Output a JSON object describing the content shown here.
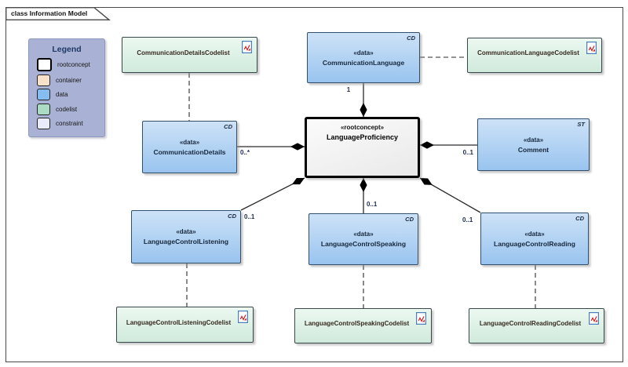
{
  "frame": {
    "title": "class Information Model"
  },
  "legend": {
    "title": "Legend",
    "items": [
      {
        "label": "rootconcept",
        "color": "#ffffff"
      },
      {
        "label": "container",
        "color": "#f7e1c8"
      },
      {
        "label": "data",
        "color": "#85bdf0"
      },
      {
        "label": "codelist",
        "color": "#aadcc4"
      },
      {
        "label": "constraint",
        "color": "#e9ebfa"
      }
    ]
  },
  "nodes": {
    "communication_details_codelist": {
      "name": "CommunicationDetailsCodelist",
      "icon": "document-icon"
    },
    "communication_language": {
      "stereotype": "«data»",
      "name": "CommunicationLanguage",
      "tag": "CD"
    },
    "communication_language_codelist": {
      "name": "CommunicationLanguageCodelist",
      "icon": "document-icon"
    },
    "communication_details": {
      "stereotype": "«data»",
      "name": "CommunicationDetails",
      "tag": "CD"
    },
    "language_proficiency": {
      "stereotype": "«rootconcept»",
      "name": "LanguageProficiency"
    },
    "comment": {
      "stereotype": "«data»",
      "name": "Comment",
      "tag": "ST"
    },
    "language_control_listening": {
      "stereotype": "«data»",
      "name": "LanguageControlListening",
      "tag": "CD"
    },
    "language_control_speaking": {
      "stereotype": "«data»",
      "name": "LanguageControlSpeaking",
      "tag": "CD"
    },
    "language_control_reading": {
      "stereotype": "«data»",
      "name": "LanguageControlReading",
      "tag": "CD"
    },
    "language_control_listening_codelist": {
      "name": "LanguageControlListeningCodelist",
      "icon": "document-icon"
    },
    "language_control_speaking_codelist": {
      "name": "LanguageControlSpeakingCodelist",
      "icon": "document-icon"
    },
    "language_control_reading_codelist": {
      "name": "LanguageControlReadingCodelist",
      "icon": "document-icon"
    }
  },
  "edges": {
    "language_to_proficiency": {
      "multiplicity": "1",
      "style": "composition"
    },
    "details_to_proficiency": {
      "multiplicity": "0..*",
      "style": "composition"
    },
    "comment_to_proficiency": {
      "multiplicity": "0..1",
      "style": "composition"
    },
    "listening_to_proficiency": {
      "multiplicity": "0..1",
      "style": "composition"
    },
    "speaking_to_proficiency": {
      "multiplicity": "0..1",
      "style": "composition"
    },
    "reading_to_proficiency": {
      "multiplicity": "0..1",
      "style": "composition"
    }
  },
  "colors": {
    "data_fill_top": "#cde2f7",
    "data_fill_bottom": "#99c4ef",
    "data_border": "#31506e",
    "codelist_fill_top": "#ecf8f1",
    "codelist_fill_bottom": "#d0eadc",
    "rootconcept_border": "#000000",
    "legend_bg": "#a9b2d4",
    "line": "#2a2a2a"
  }
}
